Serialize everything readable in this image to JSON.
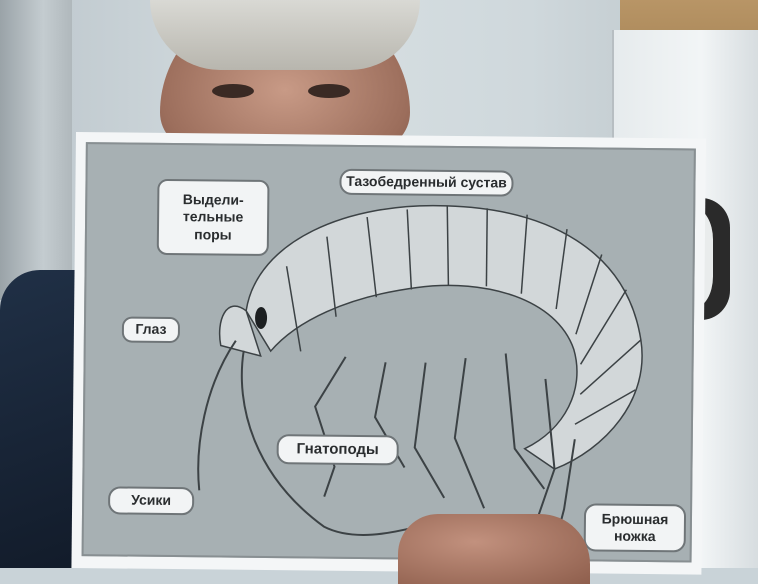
{
  "poster": {
    "labels": {
      "hip_joint": "Тазобедренный сустав",
      "excretory_pores": "Выдели-\nтельные\nпоры",
      "eye": "Глаз",
      "gnathopods": "Гнатоподы",
      "antennae": "Усики",
      "pleopod": "Брюшная\nножка"
    }
  }
}
